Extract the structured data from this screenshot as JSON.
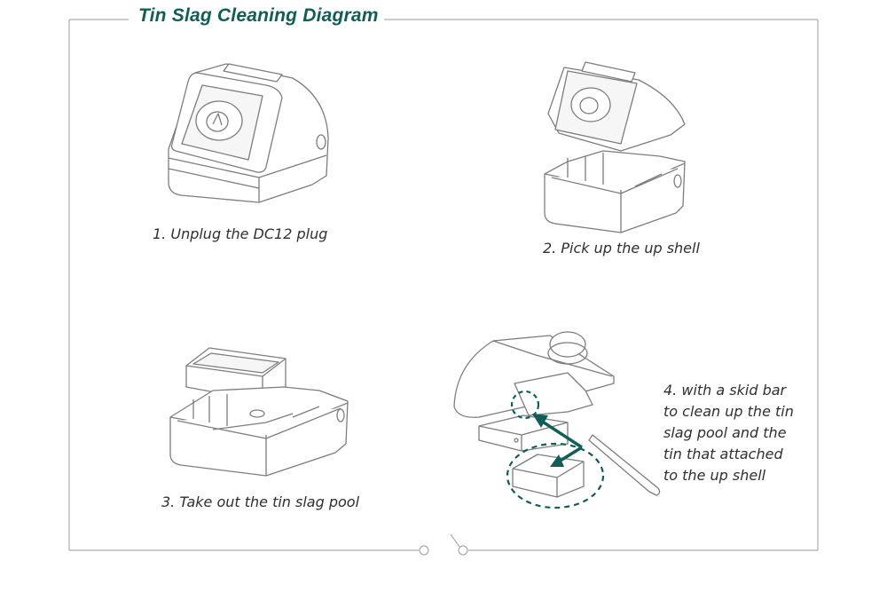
{
  "title": "Tin Slag Cleaning Diagram",
  "steps": [
    {
      "caption": "1. Unplug the DC12 plug"
    },
    {
      "caption": "2. Pick up the up shell"
    },
    {
      "caption": "3. Take out the tin slag pool"
    },
    {
      "caption_lines": [
        "4. with a skid bar",
        "to clean up the tin",
        "slag pool and the",
        "tin that attached",
        "to the up shell"
      ]
    }
  ],
  "colors": {
    "accent": "#0f5f58",
    "line": "#9a9a9a",
    "text": "#2f2f2f"
  }
}
